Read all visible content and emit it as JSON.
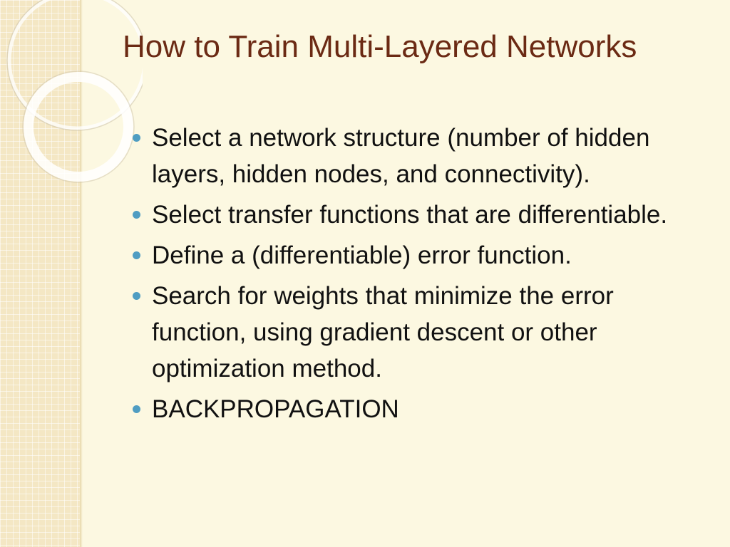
{
  "slide": {
    "title": "How to Train Multi-Layered Networks",
    "bullets": [
      "Select a network structure (number of hidden layers, hidden nodes, and connectivity).",
      "Select transfer functions that are differentiable.",
      "Define a (differentiable) error function.",
      "Search for weights that minimize the error function, using gradient descent or other optimization method.",
      "BACKPROPAGATION"
    ]
  },
  "colors": {
    "background": "#fcf8e1",
    "side_panel": "#f4e7c4",
    "title": "#6b2a14",
    "body_text": "#111111",
    "bullet": "#4f9dc2"
  }
}
